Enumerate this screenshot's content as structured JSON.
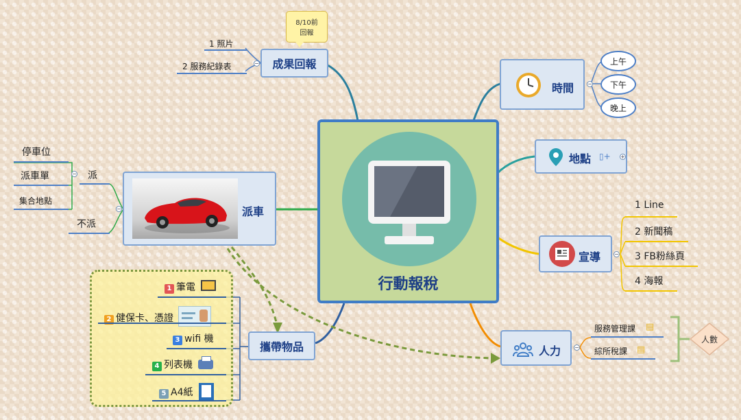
{
  "central": {
    "title": "行動報稅"
  },
  "callout": {
    "line1": "8/10前",
    "line2": "回報"
  },
  "results": {
    "title": "成果回報",
    "items": [
      "1 照片",
      "2 服務紀錄表"
    ]
  },
  "time": {
    "title": "時間",
    "options": [
      "上午",
      "下午",
      "晚上"
    ]
  },
  "location": {
    "title": "地點"
  },
  "publicity": {
    "title": "宣導",
    "items": [
      "1 Line",
      "2 新聞稿",
      "3 FB粉絲頁",
      "4 海報"
    ]
  },
  "manpower": {
    "title": "人力",
    "units": [
      "服務管理課",
      "綜所稅課"
    ],
    "summary": "人數"
  },
  "dispatch": {
    "title": "派車",
    "branch_yes": "派",
    "branch_no": "不派",
    "yes_items": [
      "停車位",
      "派車單",
      "集合地點"
    ]
  },
  "carry": {
    "title": "攜帶物品",
    "items": [
      {
        "num": "1",
        "label": "筆電",
        "color": "#e25555"
      },
      {
        "num": "2",
        "label": "健保卡、憑證",
        "color": "#f0a020"
      },
      {
        "num": "3",
        "label": "wifi 機",
        "color": "#3a7fe0"
      },
      {
        "num": "4",
        "label": "列表機",
        "color": "#27b04b"
      },
      {
        "num": "5",
        "label": "A4紙",
        "color": "#7a9fb5"
      }
    ]
  },
  "colors": {
    "central_bg": "#c6d99b",
    "central_border": "#3f7cc6",
    "title_text": "#1d3f86",
    "circle_bg": "#76bcaa"
  },
  "icons": {
    "central": "monitor-icon",
    "time": "clock-icon",
    "location": "map-pin-icon",
    "publicity": "newspaper-icon",
    "manpower": "people-icon",
    "dispatch": "red-car-image"
  }
}
